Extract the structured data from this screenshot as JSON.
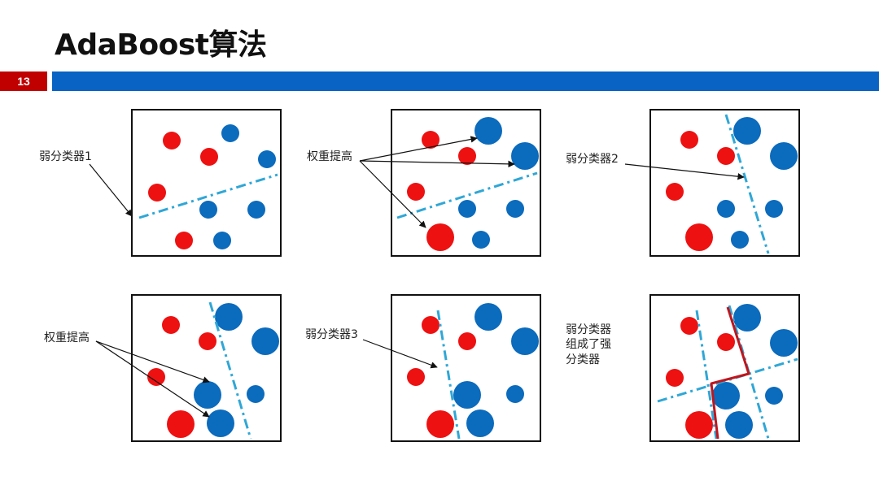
{
  "slide": {
    "title": "AdaBoost算法",
    "page_number": "13"
  },
  "colors": {
    "red_dot": "#ee1111",
    "blue_dot": "#0b6bbd",
    "divider": "#2fa7d6",
    "strong_line": "#c0151c",
    "accent_bar": "#0863c4",
    "page_box": "#c00000"
  },
  "labels": {
    "weak_classifier_1": "弱分类器1",
    "weight_increase_top": "权重提高",
    "weak_classifier_2": "弱分类器2",
    "weight_increase_bottom": "权重提高",
    "weak_classifier_3": "弱分类器3",
    "combine_line1": "弱分类器",
    "combine_line2": "组成了强",
    "combine_line3": "分类器"
  }
}
